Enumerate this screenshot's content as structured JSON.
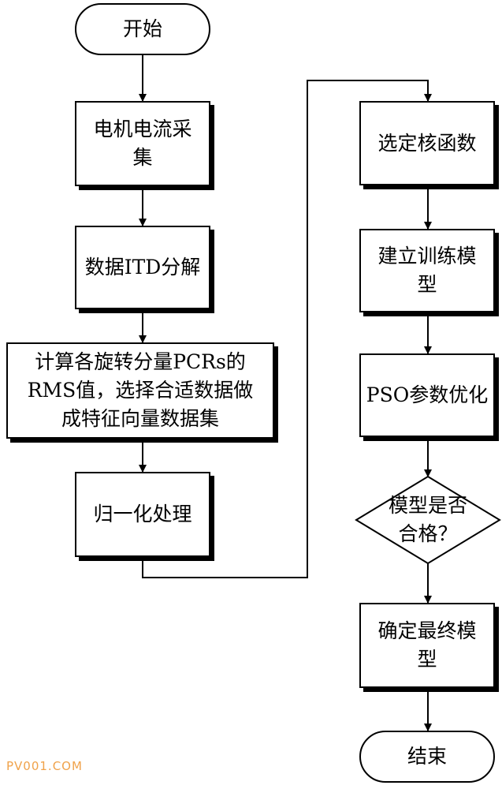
{
  "nodes": {
    "start": "开始",
    "motor_current": "电机电流采\n集",
    "itd": "数据ITD分解",
    "compute_pcrs": "计算各旋转分量PCRs的\nRMS值，选择合适数据做\n成特征向量数据集",
    "normalize": "归一化处理",
    "select_kernel": "选定核函数",
    "build_model": "建立训练模\n型",
    "pso": "PSO参数优化",
    "decision": "模型是否\n合格？",
    "final_model": "确定最终模\n型",
    "end": "结束"
  },
  "watermark": "PV001.COM"
}
